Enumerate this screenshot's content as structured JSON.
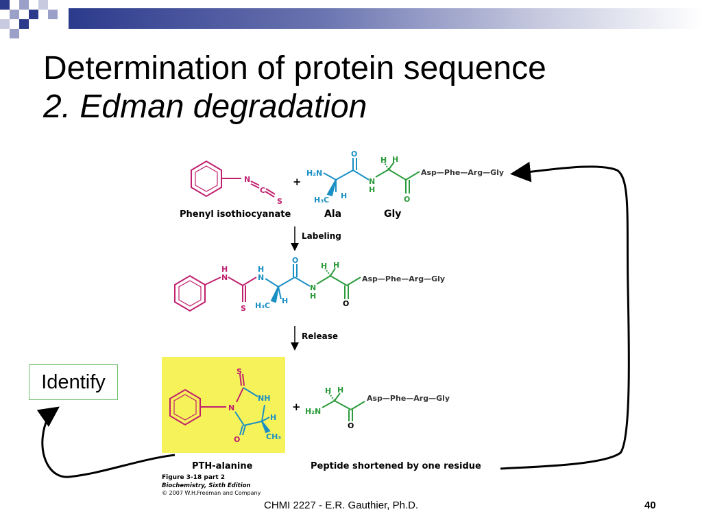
{
  "slide": {
    "title": "Determination of protein sequence",
    "subtitle": "2. Edman degradation",
    "identify_label": "Identify",
    "footer_credit": "CHMI 2227 - E.R. Gauthier, Ph.D.",
    "page_number": "40"
  },
  "figure": {
    "reagent_label": "Phenyl isothiocyanate",
    "ala_label": "Ala",
    "gly_label": "Gly",
    "chain_tail": "Asp—Phe—Arg—Gly",
    "step1_label": "Labeling",
    "step2_label": "Release",
    "product_label": "PTH-alanine",
    "peptide_label": "Peptide shortened by one residue",
    "caption_line1": "Figure 3-18 part 2",
    "caption_line2": "Biochemistry, Sixth Edition",
    "caption_line3": "© 2007 W.H.Freeman and Company",
    "atoms": {
      "plus": "+",
      "N": "N",
      "C": "C",
      "S": "S",
      "O": "O",
      "H": "H",
      "NH": "NH",
      "H2N": "H₂N",
      "H3C": "H₃C",
      "CH3": "CH₃"
    }
  },
  "colors": {
    "reagent": "#c0206e",
    "alanine": "#1a8fc4",
    "glycine": "#2a9a3a",
    "highlight": "#f6f25a",
    "title_bar": "#2c3a8c"
  }
}
